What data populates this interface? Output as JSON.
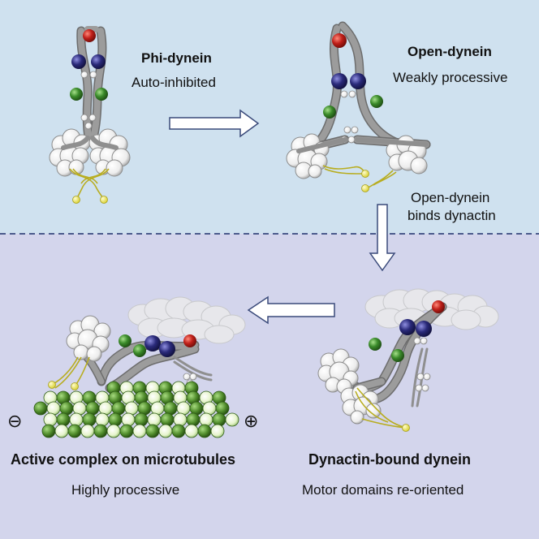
{
  "stages": {
    "phi": {
      "title": "Phi-dynein",
      "subtitle": "Auto-inhibited"
    },
    "open": {
      "title": "Open-dynein",
      "subtitle": "Weakly processive"
    },
    "transition": {
      "line1": "Open-dynein",
      "line2": "binds dynactin"
    },
    "dynactin_bound": {
      "title": "Dynactin-bound dynein",
      "subtitle": "Motor domains re-oriented"
    },
    "active": {
      "title": "Active complex on microtubules",
      "subtitle": "Highly processive"
    }
  },
  "polarity": {
    "minus": "⊖",
    "plus": "⊕"
  },
  "colors": {
    "top_background": "#cfe1ef",
    "bottom_background": "#d3d5ec",
    "divider": "#4a5a8c",
    "heavy_chain": "#8f8f8f",
    "motor_domain": "#f2f2f2",
    "red_subunit": "#c0201a",
    "blue_subunit": "#2a2a7a",
    "green_subunit": "#3a8a2a",
    "light_chain": "#f0e86a",
    "microtubule_dark": "#4e8a2a",
    "microtubule_light": "#c8e6a0"
  }
}
